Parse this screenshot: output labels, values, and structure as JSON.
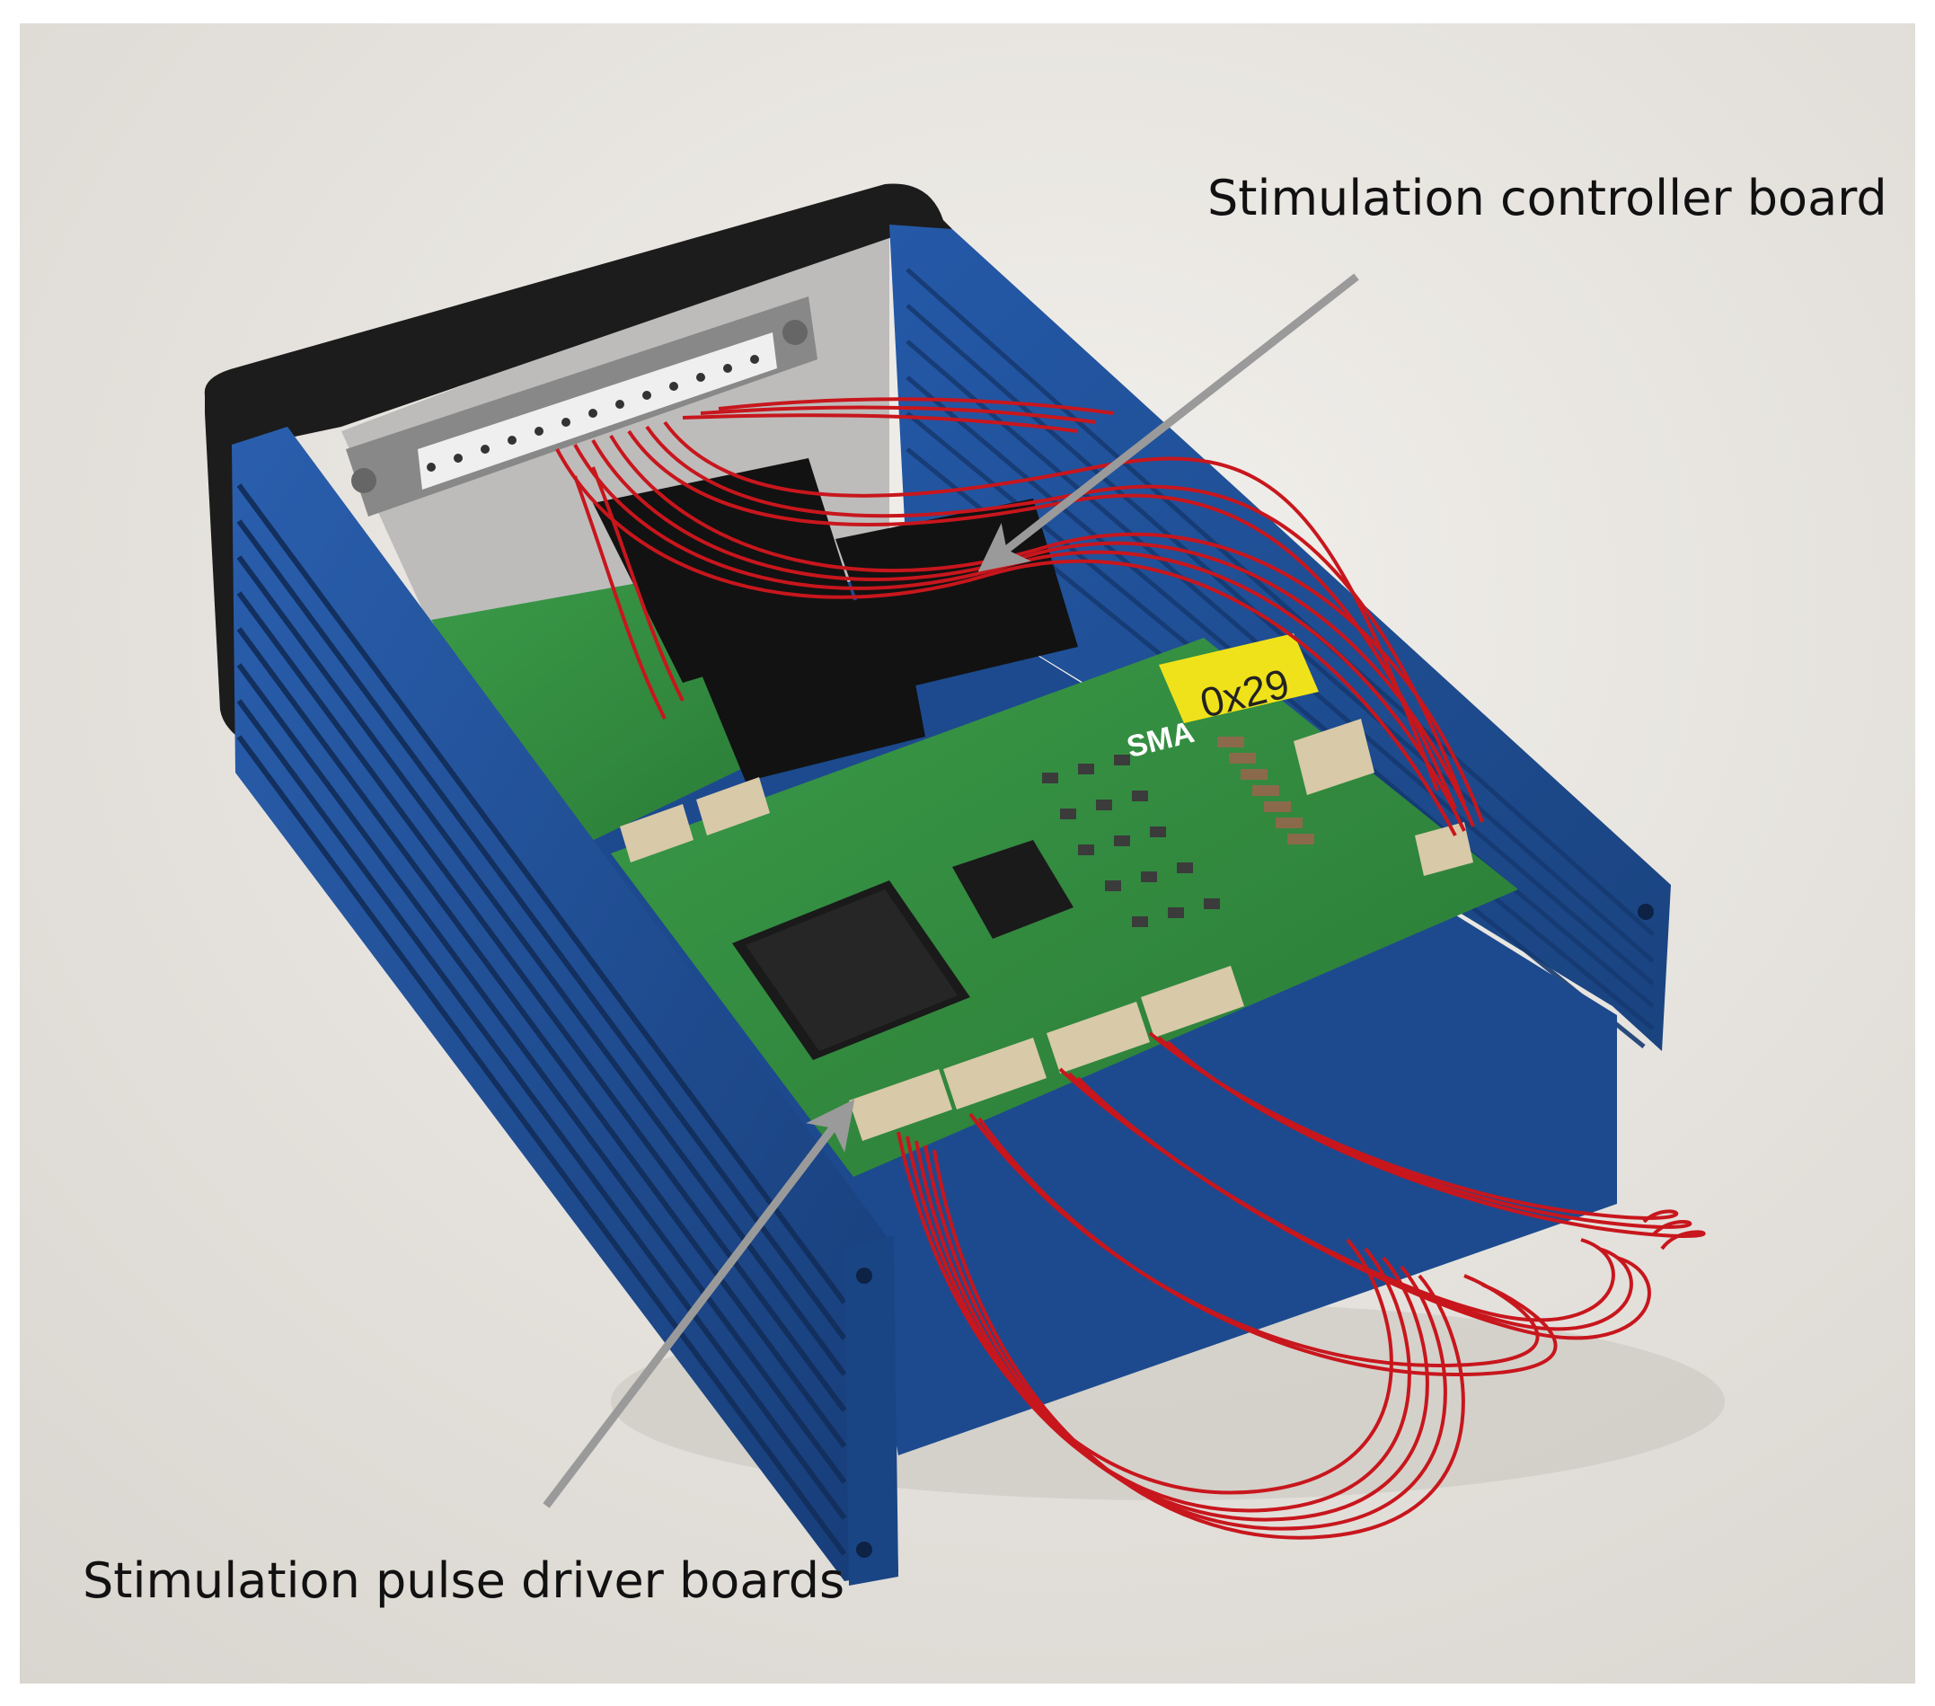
{
  "figure": {
    "annotations": [
      {
        "id": "controller",
        "text": "Stimulation controller board"
      },
      {
        "id": "drivers",
        "text": "Stimulation pulse driver boards"
      }
    ],
    "board_sticker_text": "0x29",
    "board_silkscreen_text": "SMA",
    "colors": {
      "enclosure": "#1f4e96",
      "enclosure_dark": "#163a72",
      "end_cap": "#1c1c1c",
      "pcb": "#2f8a3e",
      "wires": "#c8161d",
      "sticker": "#f0e21a",
      "connector": "#d8c9a8",
      "arrow": "#9a9a9a",
      "background": "#ebe8e3"
    }
  }
}
